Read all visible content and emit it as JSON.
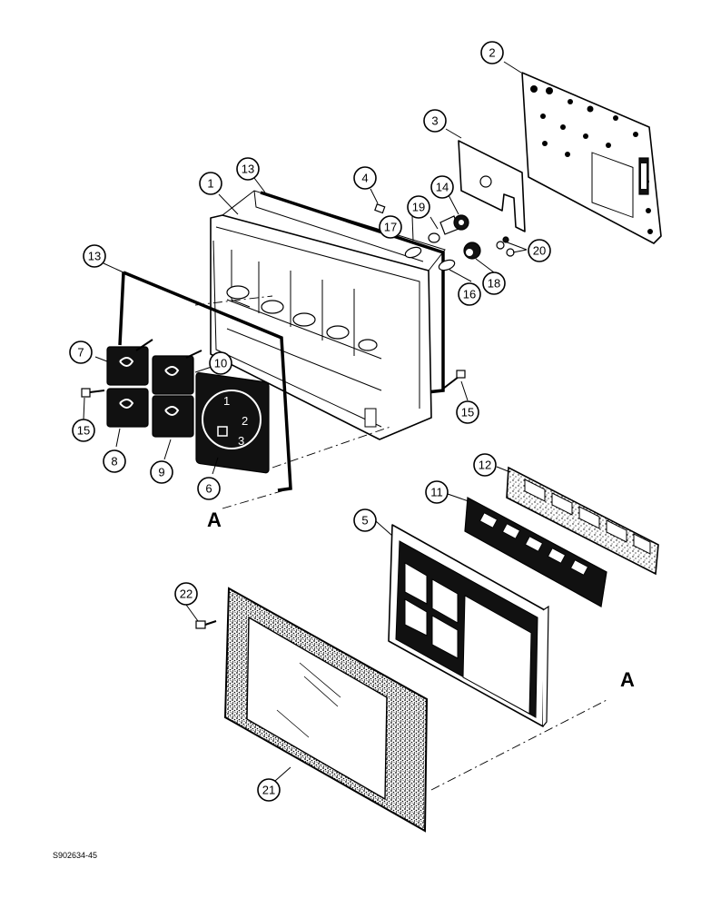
{
  "section_marks": {
    "left": "A",
    "right": "A"
  },
  "reference_code": "S902634-45",
  "callouts": [
    {
      "id": "callout-1",
      "label": "1"
    },
    {
      "id": "callout-2",
      "label": "2"
    },
    {
      "id": "callout-3",
      "label": "3"
    },
    {
      "id": "callout-4",
      "label": "4"
    },
    {
      "id": "callout-5",
      "label": "5"
    },
    {
      "id": "callout-6",
      "label": "6"
    },
    {
      "id": "callout-7",
      "label": "7"
    },
    {
      "id": "callout-8",
      "label": "8"
    },
    {
      "id": "callout-9",
      "label": "9"
    },
    {
      "id": "callout-10",
      "label": "10"
    },
    {
      "id": "callout-11",
      "label": "11"
    },
    {
      "id": "callout-12",
      "label": "12"
    },
    {
      "id": "callout-13a",
      "label": "13"
    },
    {
      "id": "callout-13b",
      "label": "13"
    },
    {
      "id": "callout-14",
      "label": "14"
    },
    {
      "id": "callout-15a",
      "label": "15"
    },
    {
      "id": "callout-15b",
      "label": "15"
    },
    {
      "id": "callout-16",
      "label": "16"
    },
    {
      "id": "callout-17",
      "label": "17"
    },
    {
      "id": "callout-18",
      "label": "18"
    },
    {
      "id": "callout-19",
      "label": "19"
    },
    {
      "id": "callout-20",
      "label": "20"
    },
    {
      "id": "callout-21",
      "label": "21"
    },
    {
      "id": "callout-22",
      "label": "22"
    }
  ],
  "gauge_dial": [
    "1",
    "2",
    "3"
  ]
}
